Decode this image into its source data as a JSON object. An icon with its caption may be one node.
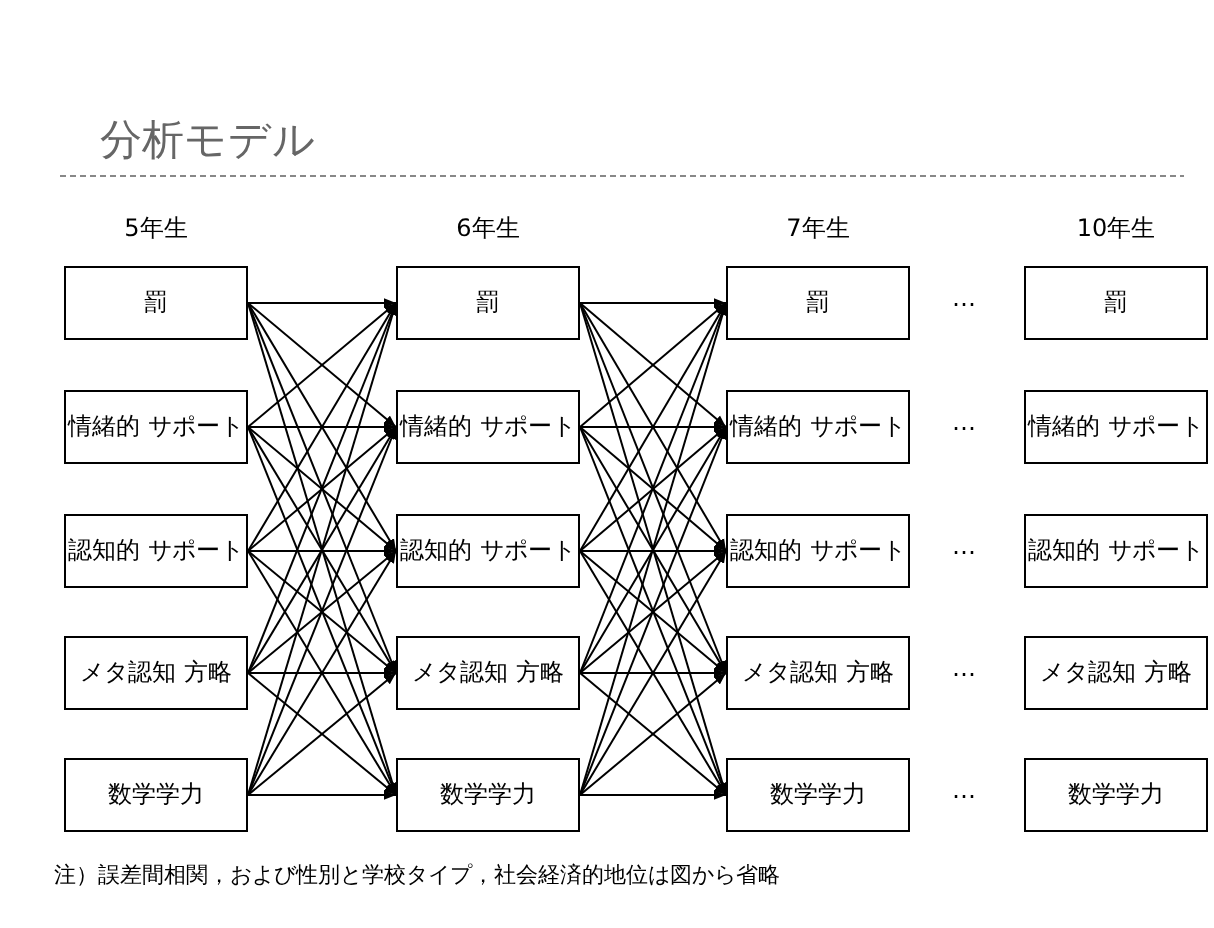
{
  "diagram": {
    "title": "分析モデル",
    "nodes": [
      {
        "text": [
          "罰"
        ]
      },
      {
        "text": [
          "情緒的 サポート"
        ]
      },
      {
        "text": [
          "認知的 サポート"
        ]
      },
      {
        "text": [
          "メタ認知 方略"
        ]
      },
      {
        "text": [
          "数学学力"
        ]
      },
      {
        "text": [
          "罰"
        ]
      },
      {
        "text": [
          "情緒的 サポート"
        ]
      },
      {
        "text": [
          "認知的 サポート"
        ]
      },
      {
        "text": [
          "メタ認知 方略"
        ]
      },
      {
        "text": [
          "数学学力"
        ]
      },
      {
        "text": [
          "罰"
        ]
      },
      {
        "text": [
          "情緒的 サポート"
        ]
      },
      {
        "text": [
          "認知的 サポート"
        ]
      },
      {
        "text": [
          "メタ認知 方略"
        ]
      },
      {
        "text": [
          "数学学力"
        ]
      },
      {
        "text": [
          "罰"
        ]
      },
      {
        "text": [
          "情緒的 サポート"
        ]
      },
      {
        "text": [
          "認知的 サポート"
        ]
      },
      {
        "text": [
          "メタ認知 方略"
        ]
      },
      {
        "text": [
          "数学学力"
        ]
      }
    ],
    "edges": [
      {
        "from": 0,
        "to": 5,
        "arrow": "to"
      },
      {
        "from": 0,
        "to": 6,
        "arrow": "to"
      },
      {
        "from": 0,
        "to": 7,
        "arrow": "to"
      },
      {
        "from": 0,
        "to": 8,
        "arrow": "to"
      },
      {
        "from": 0,
        "to": 9,
        "arrow": "to"
      },
      {
        "from": 1,
        "to": 5,
        "arrow": "to"
      },
      {
        "from": 1,
        "to": 6,
        "arrow": "to"
      },
      {
        "from": 1,
        "to": 7,
        "arrow": "to"
      },
      {
        "from": 1,
        "to": 8,
        "arrow": "to"
      },
      {
        "from": 1,
        "to": 9,
        "arrow": "to"
      },
      {
        "from": 2,
        "to": 5,
        "arrow": "to"
      },
      {
        "from": 2,
        "to": 6,
        "arrow": "to"
      },
      {
        "from": 2,
        "to": 7,
        "arrow": "to"
      },
      {
        "from": 2,
        "to": 8,
        "arrow": "to"
      },
      {
        "from": 2,
        "to": 9,
        "arrow": "to"
      },
      {
        "from": 3,
        "to": 5,
        "arrow": "to"
      },
      {
        "from": 3,
        "to": 6,
        "arrow": "to"
      },
      {
        "from": 3,
        "to": 7,
        "arrow": "to"
      },
      {
        "from": 3,
        "to": 8,
        "arrow": "to"
      },
      {
        "from": 3,
        "to": 9,
        "arrow": "to"
      },
      {
        "from": 4,
        "to": 5,
        "arrow": "to"
      },
      {
        "from": 4,
        "to": 6,
        "arrow": "to"
      },
      {
        "from": 4,
        "to": 7,
        "arrow": "to"
      },
      {
        "from": 4,
        "to": 8,
        "arrow": "to"
      },
      {
        "from": 4,
        "to": 9,
        "arrow": "to"
      },
      {
        "from": 5,
        "to": 10,
        "arrow": "to"
      },
      {
        "from": 5,
        "to": 11,
        "arrow": "to"
      },
      {
        "from": 5,
        "to": 12,
        "arrow": "to"
      },
      {
        "from": 5,
        "to": 13,
        "arrow": "to"
      },
      {
        "from": 5,
        "to": 14,
        "arrow": "to"
      },
      {
        "from": 6,
        "to": 10,
        "arrow": "to"
      },
      {
        "from": 6,
        "to": 11,
        "arrow": "to"
      },
      {
        "from": 6,
        "to": 12,
        "arrow": "to"
      },
      {
        "from": 6,
        "to": 13,
        "arrow": "to"
      },
      {
        "from": 6,
        "to": 14,
        "arrow": "to"
      },
      {
        "from": 7,
        "to": 10,
        "arrow": "to"
      },
      {
        "from": 7,
        "to": 11,
        "arrow": "to"
      },
      {
        "from": 7,
        "to": 12,
        "arrow": "to"
      },
      {
        "from": 7,
        "to": 13,
        "arrow": "to"
      },
      {
        "from": 7,
        "to": 14,
        "arrow": "to"
      },
      {
        "from": 8,
        "to": 10,
        "arrow": "to"
      },
      {
        "from": 8,
        "to": 11,
        "arrow": "to"
      },
      {
        "from": 8,
        "to": 12,
        "arrow": "to"
      },
      {
        "from": 8,
        "to": 13,
        "arrow": "to"
      },
      {
        "from": 8,
        "to": 14,
        "arrow": "to"
      },
      {
        "from": 9,
        "to": 10,
        "arrow": "to"
      },
      {
        "from": 9,
        "to": 11,
        "arrow": "to"
      },
      {
        "from": 9,
        "to": 12,
        "arrow": "to"
      },
      {
        "from": 9,
        "to": 13,
        "arrow": "to"
      },
      {
        "from": 9,
        "to": 14,
        "arrow": "to"
      }
    ],
    "labels": [
      "5年生",
      "6年生",
      "7年生",
      "10年生",
      "…",
      "…",
      "…",
      "…",
      "…",
      "注）誤差間相関，および性別と学校タイプ，社会経済的地位は図から省略"
    ]
  }
}
